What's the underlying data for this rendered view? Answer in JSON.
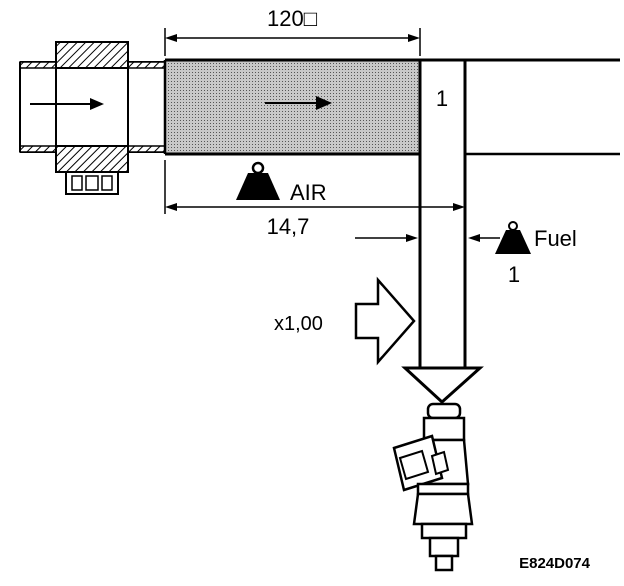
{
  "labels": {
    "duct_length": "120□",
    "airflow_ratio": "1",
    "air_label": "AIR",
    "ratio_value": "14,7",
    "fuel_label": "Fuel",
    "fuel_ratio": "1",
    "lambda_value": "x1,00",
    "figure_code": "E824D074"
  },
  "colors": {
    "ink": "#000000",
    "paper": "#ffffff",
    "duct_fill": "#b5b5b5"
  }
}
